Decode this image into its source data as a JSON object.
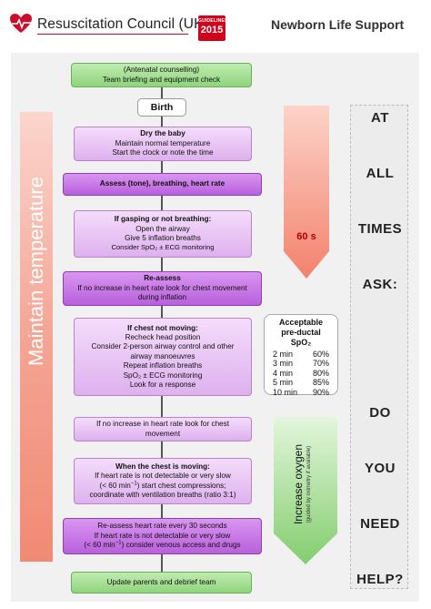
{
  "header": {
    "org": "Resuscitation Council (UK)",
    "badge_top": "GUIDELINES",
    "badge_year": "2015",
    "title": "Newborn Life Support"
  },
  "side": {
    "temperature": "Maintain temperature",
    "timer": "60 s",
    "oxygen": "Increase oxygen",
    "oxygen_note": "(guided by oximetry if available)"
  },
  "flow": {
    "antenatal_line1": "(Antenatal counselling)",
    "antenatal_line2": "Team briefing and equipment check",
    "birth": "Birth",
    "dry_title": "Dry the baby",
    "dry_line1": "Maintain normal temperature",
    "dry_line2": "Start the clock or note the time",
    "assess": "Assess (tone), breathing, heart rate",
    "gasp_title": "If gasping or not breathing:",
    "gasp_line1": "Open the airway",
    "gasp_line2": "Give 5 inflation breaths",
    "gasp_line3": "Consider SpO₂ ± ECG monitoring",
    "reassess_title": "Re-assess",
    "reassess_line1": "If no increase in heart rate look for chest movement",
    "reassess_line2": "during inflation",
    "chest_title": "If chest not moving:",
    "chest_line1": "Recheck head position",
    "chest_line2": "Consider 2-person airway control and other",
    "chest_line3": "airway manoeuvres",
    "chest_line4": "Repeat inflation breaths",
    "chest_line5": "SpO₂ ± ECG monitoring",
    "chest_line6": "Look for a response",
    "noinc_line1": "If no increase in heart rate look for chest",
    "noinc_line2": "movement",
    "moving_title": "When the chest is moving:",
    "moving_line1": "If heart rate is not detectable or very slow",
    "moving_line2a": "(< 60 min",
    "moving_line2b": "−1",
    "moving_line2c": ") start chest compressions;",
    "moving_line3": "coordinate with ventilation breaths (ratio 3:1)",
    "final_line1": "Re-assess heart rate every 30 seconds",
    "final_line2": "If heart rate is not detectable or very slow",
    "final_line3a": "(< 60 min",
    "final_line3b": "−1",
    "final_line3c": ") consider venous access and drugs",
    "update": "Update parents and debrief team"
  },
  "saturation": {
    "title_line1": "Acceptable",
    "title_line2": "pre-ductal SpO₂",
    "rows": [
      {
        "time": "2 min",
        "value": "60%"
      },
      {
        "time": "3 min",
        "value": "70%"
      },
      {
        "time": "4 min",
        "value": "80%"
      },
      {
        "time": "5 min",
        "value": "85%"
      },
      {
        "time": "10 min",
        "value": "90%"
      }
    ]
  },
  "ask_column": [
    "AT",
    "ALL",
    "TIMES",
    "ASK:",
    "DO",
    "YOU",
    "NEED",
    "HELP?"
  ],
  "colors": {
    "brand_red": "#d0021b",
    "green_box": "#a8e296",
    "lilac_box": "#ecc8f7",
    "purple_box": "#c77ae6",
    "timer_red": "#f7a99a",
    "oxygen_green": "#8fd47c"
  }
}
